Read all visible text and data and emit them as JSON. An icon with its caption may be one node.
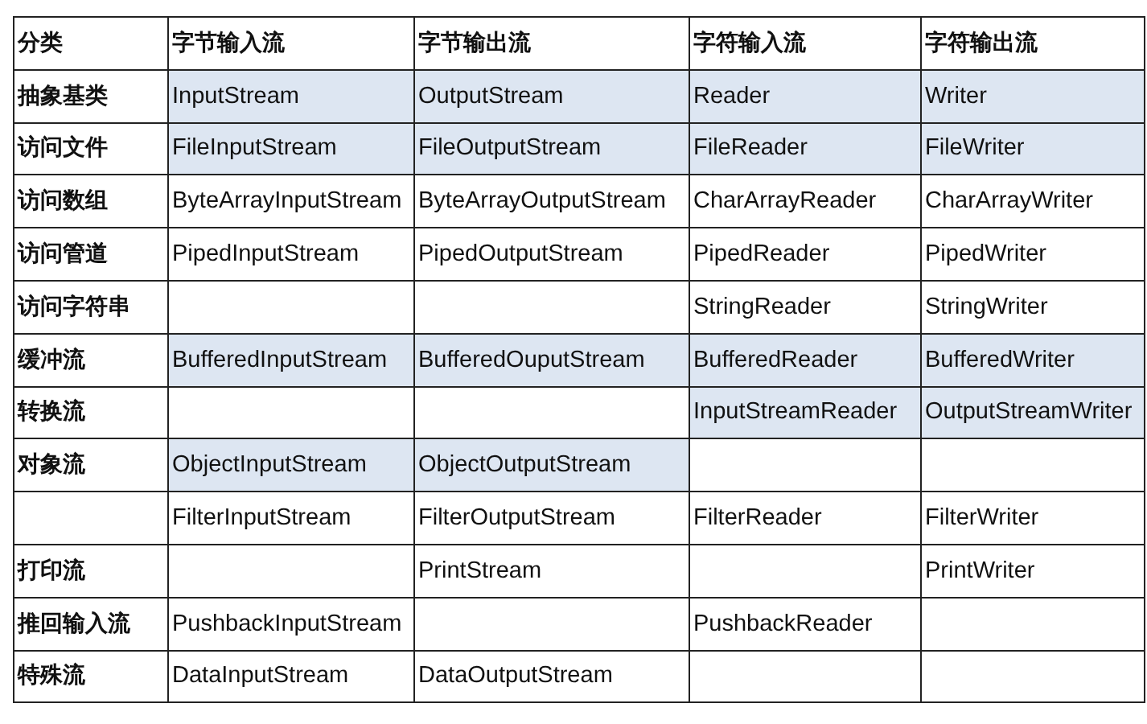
{
  "diagram": {
    "labels": [
      "分类",
      "字节输入流",
      "字节输出流",
      "字符输入流",
      "字符输出流",
      "抽象基类",
      "InputStream",
      "OutputStream",
      "Reader",
      "Writer",
      "访问文件",
      "FileInputStream",
      "FileOutputStream",
      "FileReader",
      "FileWriter",
      "访问数组",
      "ByteArrayInputStream",
      "ByteArrayOutputStream",
      "CharArrayReader",
      "CharArrayWriter",
      "访问管道",
      "PipedInputStream",
      "PipedOutputStream",
      "PipedReader",
      "PipedWriter",
      "访问字符串",
      "StringReader",
      "StringWriter",
      "缓冲流",
      "BufferedInputStream",
      "BufferedOuputStream",
      "BufferedReader",
      "BufferedWriter",
      "转换流",
      "InputStreamReader",
      "OutputStreamWriter",
      "对象流",
      "ObjectInputStream",
      "ObjectOutputStream",
      "FilterInputStream",
      "FilterOutputStream",
      "FilterReader",
      "FilterWriter",
      "打印流",
      "PrintStream",
      "PrintWriter",
      "推回输入流",
      "PushbackInputStream",
      "PushbackReader",
      "特殊流",
      "DataInputStream",
      "DataOutputStream"
    ]
  }
}
